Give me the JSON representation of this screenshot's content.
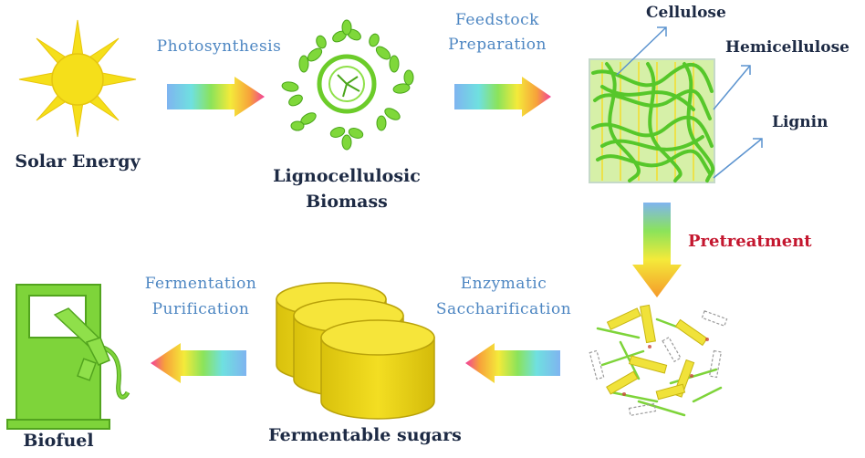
{
  "nodes": {
    "solar": "Solar Energy",
    "biomass_line1": "Lignocellulosic",
    "biomass_line2": "Biomass",
    "sugars": "Fermentable sugars",
    "biofuel": "Biofuel"
  },
  "processes": {
    "photosynthesis": "Photosynthesis",
    "feedstock_line1": "Feedstock",
    "feedstock_line2": "Preparation",
    "pretreatment": "Pretreatment",
    "enzymatic_line1": "Enzymatic",
    "enzymatic_line2": "Saccharification",
    "fermentation_line1": "Fermentation",
    "fermentation_line2": "Purification"
  },
  "components": {
    "cellulose": "Cellulose",
    "hemicellulose": "Hemicellulose",
    "lignin": "Lignin"
  },
  "colors": {
    "node_text": "#1d2a44",
    "process_text": "#4d86c2",
    "pretreatment_text": "#c4172f",
    "sun": "#f5df1a",
    "biomass_green": "#7fd83a",
    "sugar_yellow": "#ecd51a",
    "pump_green": "#7ed43a"
  }
}
